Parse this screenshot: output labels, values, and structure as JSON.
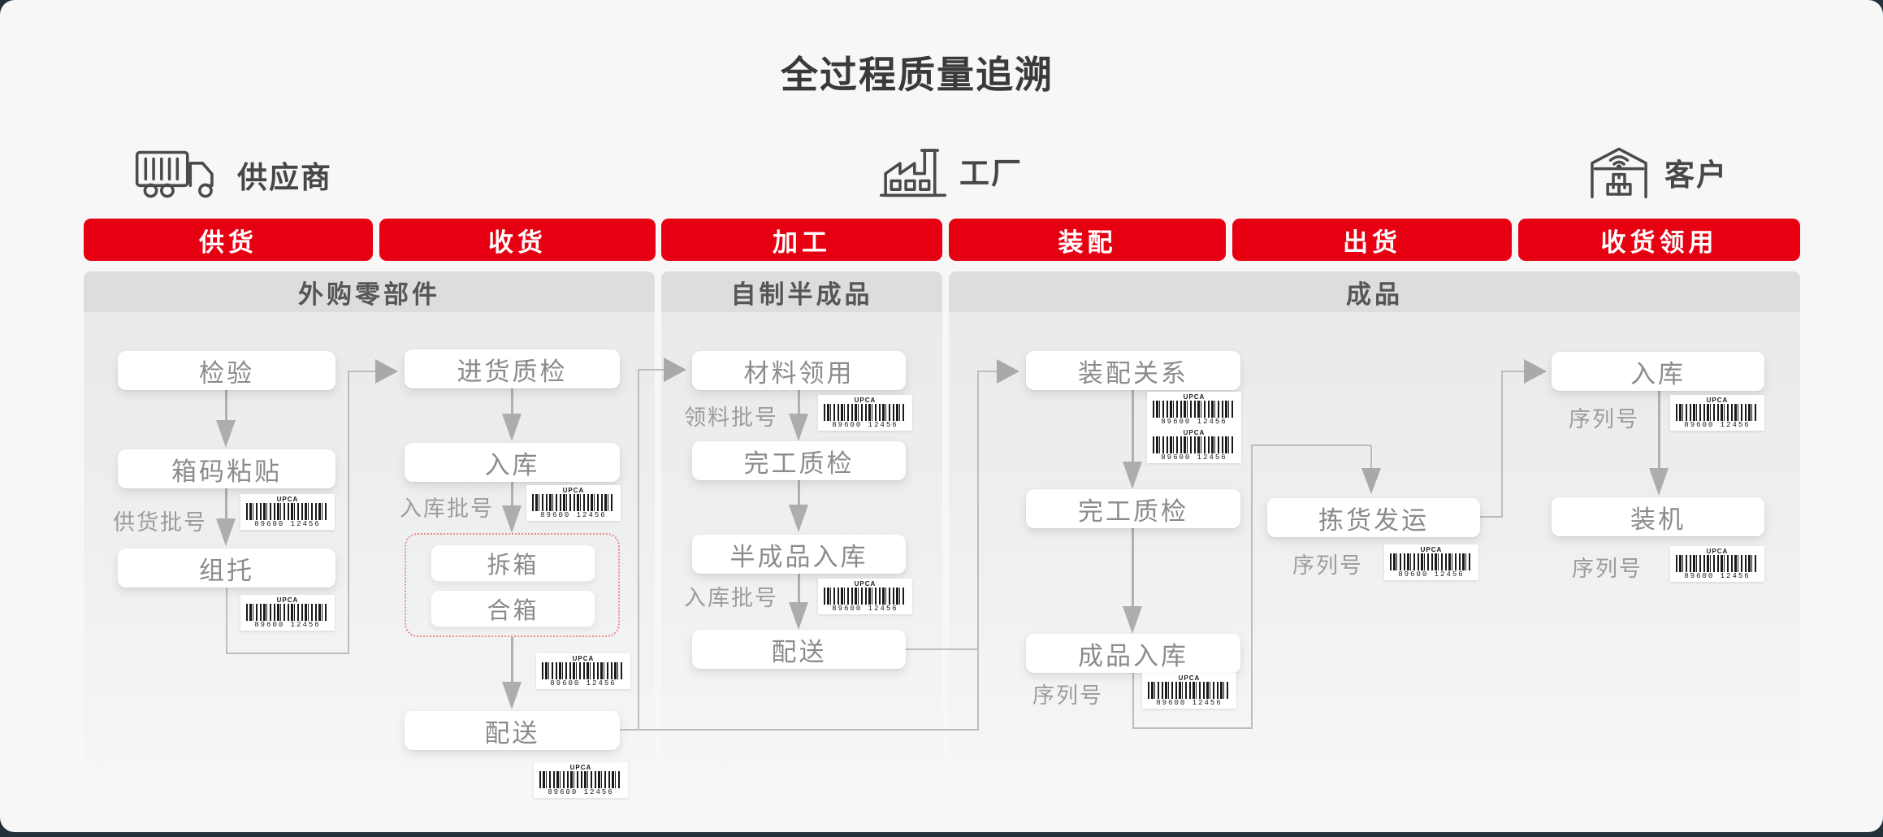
{
  "title": "全过程质量追溯",
  "entities": {
    "supplier": {
      "label": "供应商",
      "icon": "truck-icon"
    },
    "factory": {
      "label": "工厂",
      "icon": "factory-icon"
    },
    "customer": {
      "label": "客户",
      "icon": "warehouse-icon"
    }
  },
  "stages": [
    "供货",
    "收货",
    "加工",
    "装配",
    "出货",
    "收货领用"
  ],
  "sections": [
    "外购零部件",
    "自制半成品",
    "成品"
  ],
  "nodes": {
    "inspection": "检验",
    "box_labeling": "箱码粘贴",
    "palletizing": "组托",
    "incoming_qc": "进货质检",
    "warehousing": "入库",
    "unpack": "拆箱",
    "repack": "合箱",
    "delivery_purchased": "配送",
    "material_requisition": "材料领用",
    "completion_qc_semi": "完工质检",
    "semi_finished_warehousing": "半成品入库",
    "delivery_semi": "配送",
    "assembly_relation": "装配关系",
    "completion_qc_finished": "完工质检",
    "finished_warehousing": "成品入库",
    "picking_shipping": "拣货发运",
    "customer_warehousing": "入库",
    "installation": "装机"
  },
  "batch_labels": {
    "supply_batch": "供货批号",
    "warehouse_batch": "入库批号",
    "material_batch": "领料批号",
    "semi_warehouse_batch": "入库批号",
    "serial_1": "序列号",
    "serial_2": "序列号",
    "serial_3": "序列号",
    "serial_4": "序列号"
  },
  "barcode": {
    "symbology": "UPCA",
    "digits": "89600 12456"
  },
  "colors": {
    "accent_red": "#e60012",
    "panel_header": "#dcdddd"
  }
}
